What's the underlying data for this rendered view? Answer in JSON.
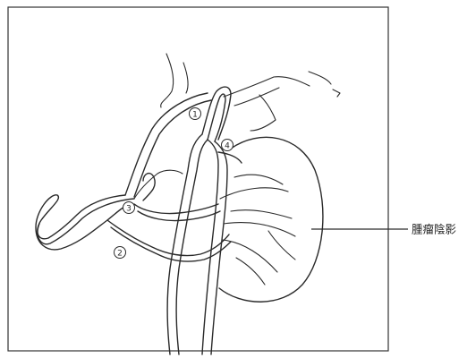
{
  "figure": {
    "markers": [
      {
        "id": "m1",
        "text": "1"
      },
      {
        "id": "m2",
        "text": "2"
      },
      {
        "id": "m3",
        "text": "3"
      },
      {
        "id": "m4",
        "text": "4"
      }
    ],
    "tumor_label": "腫瘤陰影"
  }
}
